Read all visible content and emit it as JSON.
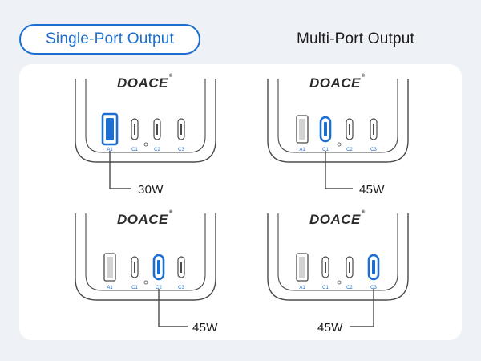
{
  "tabs": {
    "single_label": "Single-Port Output",
    "multi_label": "Multi-Port Output"
  },
  "colors": {
    "accent": "#1c6fd1",
    "panel": "#ffffff",
    "background": "#eef1f6",
    "outline": "#4a4a4a"
  },
  "brand": "DOACE",
  "registered": "®",
  "ports": [
    "A1",
    "C1",
    "C2",
    "C3"
  ],
  "configs": [
    {
      "active_port": "A1",
      "wattage": "30W"
    },
    {
      "active_port": "C1",
      "wattage": "45W"
    },
    {
      "active_port": "C2",
      "wattage": "45W"
    },
    {
      "active_port": "C3",
      "wattage": "45W"
    }
  ]
}
